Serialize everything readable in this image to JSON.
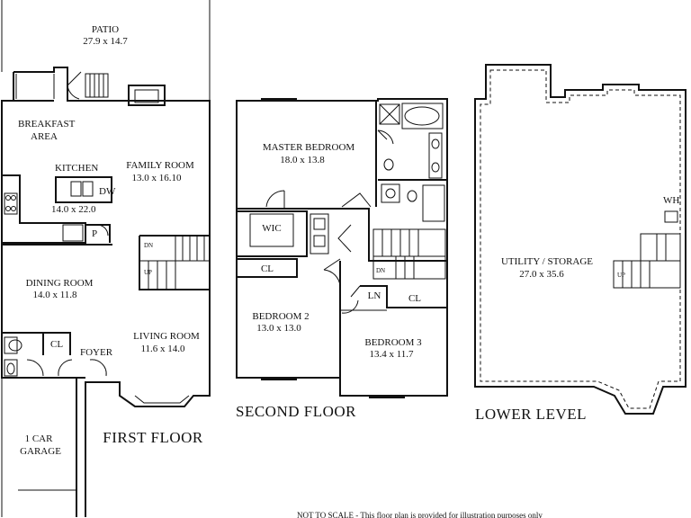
{
  "first_floor": {
    "title": "FIRST FLOOR",
    "rooms": {
      "patio": {
        "name": "PATIO",
        "size": "27.9 x 14.7"
      },
      "breakfast_1": "BREAKFAST",
      "breakfast_2": "AREA",
      "kitchen": {
        "name": "KITCHEN",
        "size": "14.0 x 22.0"
      },
      "family": {
        "name": "FAMILY ROOM",
        "size": "13.0 x 16.10"
      },
      "dining": {
        "name": "DINING ROOM",
        "size": "14.0 x 11.8"
      },
      "living": {
        "name": "LIVING ROOM",
        "size": "11.6 x 14.0"
      },
      "foyer": "FOYER",
      "closet": "CL",
      "pantry": "P",
      "dishwasher": "DW",
      "garage_1": "1 CAR",
      "garage_2": "GARAGE"
    }
  },
  "second_floor": {
    "title": "SECOND FLOOR",
    "rooms": {
      "master": {
        "name": "MASTER BEDROOM",
        "size": "18.0 x 13.8"
      },
      "wic": "WIC",
      "closet": "CL",
      "linen": "LN",
      "closet_b3": "CL",
      "bedroom2": {
        "name": "BEDROOM 2",
        "size": "13.0 x 13.0"
      },
      "bedroom3": {
        "name": "BEDROOM 3",
        "size": "13.4 x 11.7"
      }
    }
  },
  "lower_level": {
    "title": "LOWER LEVEL",
    "rooms": {
      "utility": {
        "name": "UTILITY / STORAGE",
        "size": "27.0 x 35.6"
      },
      "wh": "WH"
    }
  },
  "footer_note": "NOT TO SCALE - This floor plan is provided for illustration purposes only"
}
